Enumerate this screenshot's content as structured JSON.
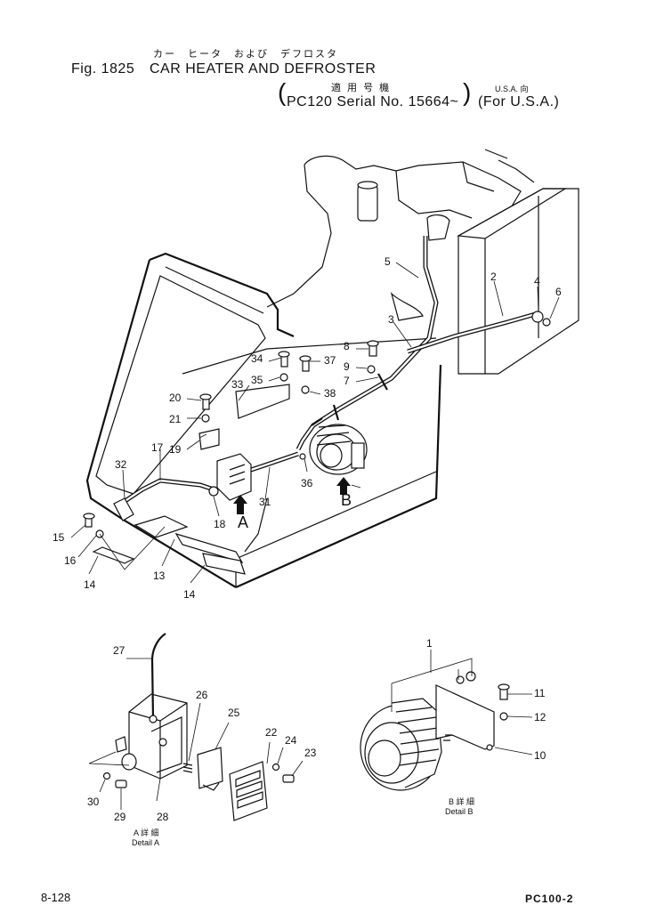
{
  "header": {
    "title_jp": "カー　ヒータ　および　デフロスタ",
    "fig_label": "Fig. 1825",
    "title": "CAR HEATER AND DEFROSTER",
    "serial_jp": "適 用 号 機",
    "serial": "PC120 Serial No. 15664~",
    "usa_jp": "U.S.A. 向",
    "usa": "(For U.S.A.)"
  },
  "callouts": {
    "c1": "1",
    "c2": "2",
    "c3": "3",
    "c4": "4",
    "c5": "5",
    "c6": "6",
    "c7": "7",
    "c8": "8",
    "c9": "9",
    "c10": "10",
    "c11": "11",
    "c12": "12",
    "c13": "13",
    "c14a": "14",
    "c14b": "14",
    "c15": "15",
    "c16": "16",
    "c17": "17",
    "c18": "18",
    "c19": "19",
    "c20": "20",
    "c21": "21",
    "c22": "22",
    "c23": "23",
    "c24": "24",
    "c25": "25",
    "c26": "26",
    "c27": "27",
    "c28": "28",
    "c29": "29",
    "c30": "30",
    "c31": "31",
    "c32": "32",
    "c33": "33",
    "c34": "34",
    "c35": "35",
    "c36": "36",
    "c37": "37",
    "c38": "38"
  },
  "view_labels": {
    "a": "A",
    "b": "B"
  },
  "details": {
    "a_jp": "A 詳 細",
    "a": "Detail A",
    "b_jp": "B 詳 細",
    "b": "Detail B"
  },
  "footer": {
    "page": "8-128",
    "model": "PC100-2"
  }
}
